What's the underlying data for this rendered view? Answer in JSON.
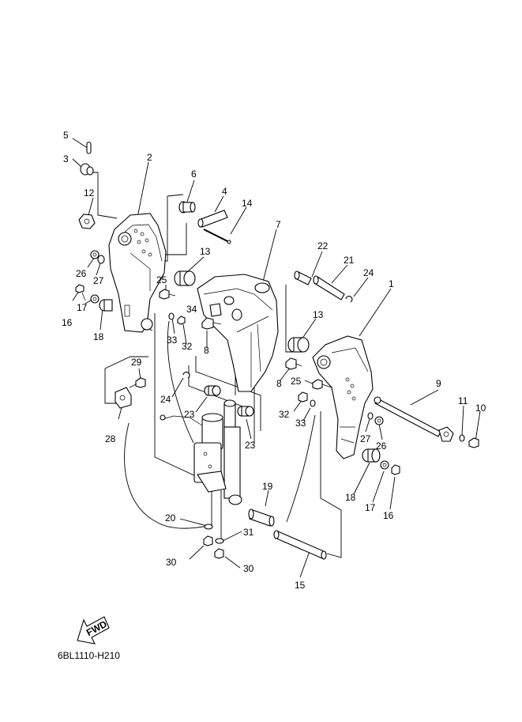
{
  "diagram": {
    "drawing_code": "6BL1110-H210",
    "fwd_label": "FWD",
    "callouts": [
      {
        "id": "c5",
        "text": "5"
      },
      {
        "id": "c3",
        "text": "3"
      },
      {
        "id": "c2",
        "text": "2"
      },
      {
        "id": "c6",
        "text": "6"
      },
      {
        "id": "c4",
        "text": "4"
      },
      {
        "id": "c12",
        "text": "12"
      },
      {
        "id": "c14",
        "text": "14"
      },
      {
        "id": "c7",
        "text": "7"
      },
      {
        "id": "c13a",
        "text": "13"
      },
      {
        "id": "c22",
        "text": "22"
      },
      {
        "id": "c21",
        "text": "21"
      },
      {
        "id": "c26a",
        "text": "26"
      },
      {
        "id": "c27a",
        "text": "27"
      },
      {
        "id": "c24a",
        "text": "24"
      },
      {
        "id": "c25a",
        "text": "25"
      },
      {
        "id": "c1",
        "text": "1"
      },
      {
        "id": "c16a",
        "text": "16"
      },
      {
        "id": "c17a",
        "text": "17"
      },
      {
        "id": "c34",
        "text": "34"
      },
      {
        "id": "c18a",
        "text": "18"
      },
      {
        "id": "c13b",
        "text": "13"
      },
      {
        "id": "c33a",
        "text": "33"
      },
      {
        "id": "c32a",
        "text": "32"
      },
      {
        "id": "c8a",
        "text": "8"
      },
      {
        "id": "c29",
        "text": "29"
      },
      {
        "id": "c8b",
        "text": "8"
      },
      {
        "id": "c25b",
        "text": "25"
      },
      {
        "id": "c9",
        "text": "9"
      },
      {
        "id": "c24b",
        "text": "24"
      },
      {
        "id": "c32b",
        "text": "32"
      },
      {
        "id": "c23a",
        "text": "23"
      },
      {
        "id": "c33b",
        "text": "33"
      },
      {
        "id": "c11",
        "text": "11"
      },
      {
        "id": "c10",
        "text": "10"
      },
      {
        "id": "c27b",
        "text": "27"
      },
      {
        "id": "c26b",
        "text": "26"
      },
      {
        "id": "c28",
        "text": "28"
      },
      {
        "id": "c23b",
        "text": "23"
      },
      {
        "id": "c19",
        "text": "19"
      },
      {
        "id": "c18b",
        "text": "18"
      },
      {
        "id": "c17b",
        "text": "17"
      },
      {
        "id": "c16b",
        "text": "16"
      },
      {
        "id": "c20",
        "text": "20"
      },
      {
        "id": "c31",
        "text": "31"
      },
      {
        "id": "c30a",
        "text": "30"
      },
      {
        "id": "c30b",
        "text": "30"
      },
      {
        "id": "c15",
        "text": "15"
      }
    ]
  }
}
